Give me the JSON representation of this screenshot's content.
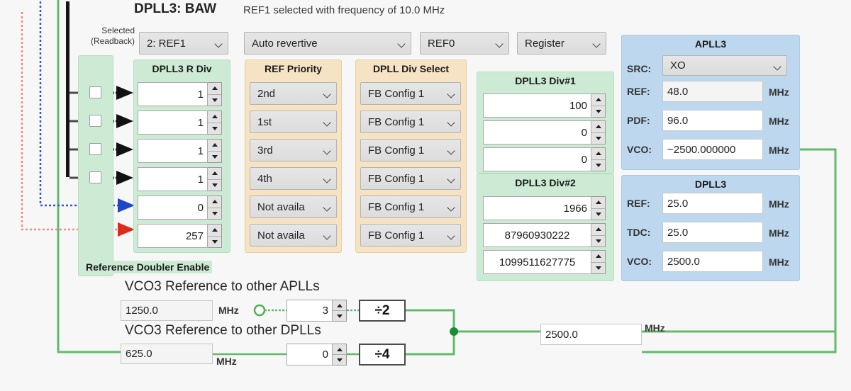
{
  "header": {
    "title": "DPLL3: BAW",
    "status": "REF1 selected with frequency of 10.0 MHz"
  },
  "selected": {
    "label_line1": "Selected",
    "label_line2": "(Readback)",
    "value": "2: REF1"
  },
  "top_combos": [
    {
      "name": "revertive-mode",
      "value": "Auto revertive"
    },
    {
      "name": "forced-reference",
      "value": "REF0"
    },
    {
      "name": "control-source",
      "value": "Register"
    }
  ],
  "r_div": {
    "title": "DPLL3 R Div",
    "values": [
      "1",
      "1",
      "1",
      "1",
      "0",
      "257"
    ]
  },
  "ref_priority": {
    "title": "REF Priority",
    "values": [
      "2nd",
      "1st",
      "3rd",
      "4th",
      "Not availa",
      "Not availa"
    ]
  },
  "dpll_div_select": {
    "title": "DPLL Div Select",
    "values": [
      "FB Config 1",
      "FB Config 1",
      "FB Config 1",
      "FB Config 1",
      "FB Config 1",
      "FB Config 1"
    ]
  },
  "dpll3_div1": {
    "title": "DPLL3 Div#1",
    "values": [
      "100",
      "0",
      "0"
    ]
  },
  "dpll3_div2": {
    "title": "DPLL3 Div#2",
    "values": [
      "1966",
      "87960930222",
      "1099511627775"
    ]
  },
  "apll3": {
    "title": "APLL3",
    "src_label": "SRC:",
    "src_value": "XO",
    "rows": [
      {
        "label": "REF:",
        "value": "48.0",
        "unit": "MHz"
      },
      {
        "label": "PDF:",
        "value": "96.0",
        "unit": "MHz"
      },
      {
        "label": "VCO:",
        "value": "~2500.000000",
        "unit": "MHz"
      }
    ]
  },
  "dpll3": {
    "title": "DPLL3",
    "rows": [
      {
        "label": "REF:",
        "value": "25.0",
        "unit": "MHz"
      },
      {
        "label": "TDC:",
        "value": "25.0",
        "unit": "MHz"
      },
      {
        "label": "VCO:",
        "value": "2500.0",
        "unit": "MHz"
      }
    ]
  },
  "reference_doubler": {
    "label": "Reference Doubler Enable"
  },
  "vco3_apll": {
    "title": "VCO3 Reference to other APLLs",
    "freq": "1250.0",
    "unit": "MHz",
    "spin": "3",
    "divider": "÷2"
  },
  "vco3_dpll": {
    "title": "VCO3 Reference to other DPLLs",
    "freq": "625.0",
    "unit": "MHz",
    "spin": "0",
    "divider": "÷4"
  },
  "vco_out": {
    "value": "2500.0",
    "unit": "MHz"
  },
  "colors": {
    "green_group": "#cdebd4",
    "tan_group": "#f6e3c3",
    "blue_group": "#bdd7ee",
    "wire_green": "#4caf50",
    "wire_blue": "#1f46c8",
    "wire_red": "#e03b2a",
    "wire_black": "#111111"
  },
  "icons": {
    "chevron": "chevron-down-icon",
    "spin_up": "spinner-up-icon",
    "spin_down": "spinner-down-icon",
    "node": "junction-node-icon",
    "arrow": "arrow-right-icon"
  }
}
